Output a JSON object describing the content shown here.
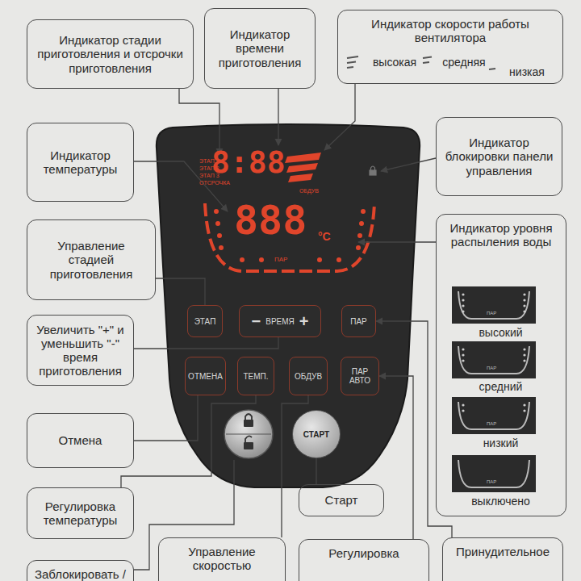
{
  "diagram": {
    "nodes": [
      {
        "text": [
          "Индикатор стадии приготовления и отсрочки приготовления"
        ]
      },
      {
        "text": [
          "Индикатор времени приготовления"
        ]
      },
      {
        "text": [
          "Индикатор скорости работы вентилятора",
          "высокая",
          "средняя",
          "низкая"
        ]
      },
      {
        "text": [
          "Индикатор температуры"
        ]
      },
      {
        "text": [
          "Индикатор блокировки панели управления"
        ]
      },
      {
        "text": [
          "Управление стадией приготовления"
        ]
      },
      {
        "text": [
          "Индикатор уровня распыления воды",
          "высокий",
          "средний",
          "низкий",
          "выключено"
        ]
      },
      {
        "text": [
          "Увеличить \"+\" и уменьшить \"-\" время приготовления"
        ]
      },
      {
        "text": [
          "Отмена"
        ]
      },
      {
        "text": [
          "Регулировка температуры"
        ]
      },
      {
        "text": [
          "Старт"
        ]
      },
      {
        "text": [
          "Заблокировать /"
        ]
      },
      {
        "text": [
          "Управление скоростью"
        ]
      },
      {
        "text": [
          "Регулировка"
        ]
      },
      {
        "text": [
          "Принудительное"
        ]
      },
      {
        "text": [
          "ЭТАП"
        ]
      },
      {
        "text": [
          "−",
          "ВРЕМЯ",
          "+"
        ]
      },
      {
        "text": [
          "ПАР"
        ]
      },
      {
        "text": [
          "ОТМЕНА"
        ]
      },
      {
        "text": [
          "ТЕМП."
        ]
      },
      {
        "text": [
          "ОБДУВ"
        ]
      },
      {
        "text": [
          "ПАР АВТО"
        ]
      },
      {
        "text": [
          "СТАРТ"
        ]
      }
    ],
    "edges": [
      {
        "from": 5,
        "to": 15,
        "arrow": "none"
      },
      {
        "from": 7,
        "to": 16,
        "arrow": "none"
      },
      {
        "from": 8,
        "to": 18,
        "arrow": "none"
      },
      {
        "from": 9,
        "to": 19,
        "arrow": "none"
      },
      {
        "from": 10,
        "to": 22,
        "arrow": "none"
      },
      {
        "from": 12,
        "to": 20,
        "arrow": "none"
      },
      {
        "from": 13,
        "to": 21,
        "arrow": "to"
      },
      {
        "from": 14,
        "to": 17,
        "arrow": "to"
      }
    ],
    "labels": [
      "ЭТАП 1",
      "ЭТАП 2",
      "ЭТАП 3",
      "ОТСРОЧКА",
      "8:88",
      "888",
      "°C",
      "ОБДУВ",
      "ПАР",
      "ПАР",
      "ПАР",
      "ПАР",
      "ПАР"
    ]
  }
}
